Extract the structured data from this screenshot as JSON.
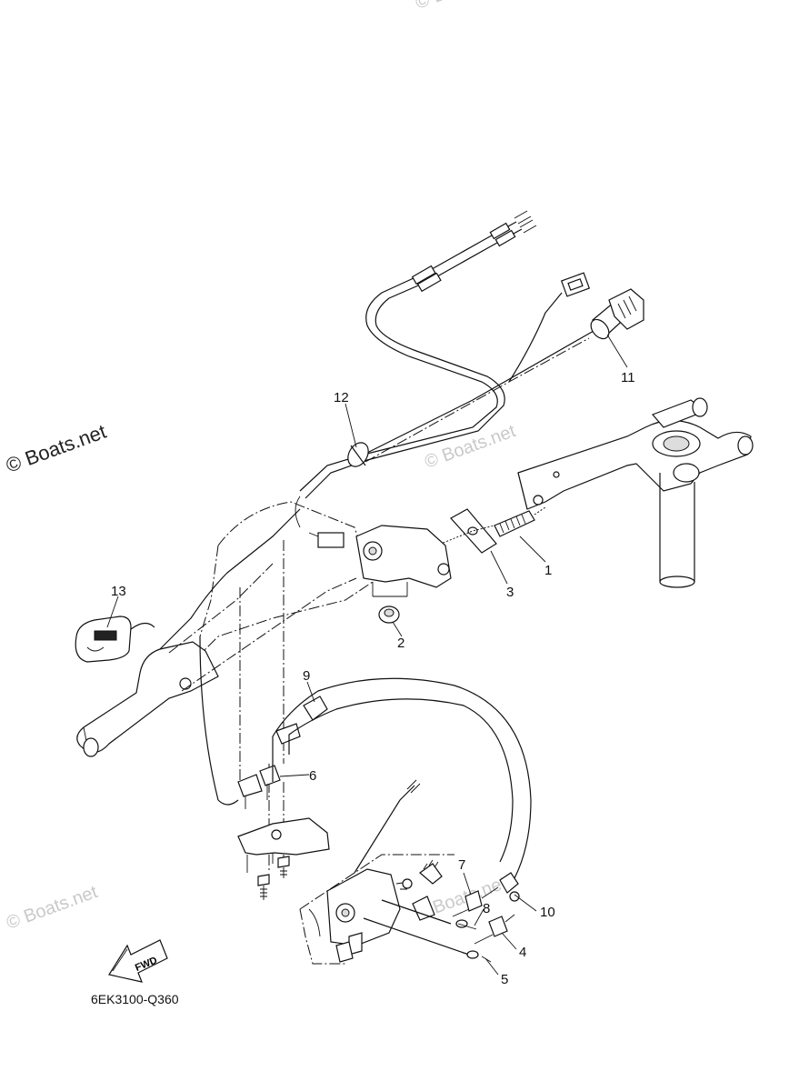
{
  "watermark_main": "© Boats.net",
  "watermark_faint": "© Boats.net",
  "part_code": "6EK3100-Q360",
  "fwd_label": "FWD",
  "callouts": {
    "c1": "1",
    "c2": "2",
    "c3": "3",
    "c4": "4",
    "c5": "5",
    "c6": "6",
    "c7": "7",
    "c8": "8",
    "c9": "9",
    "c10": "10",
    "c11": "11",
    "c12": "12",
    "c13": "13"
  }
}
